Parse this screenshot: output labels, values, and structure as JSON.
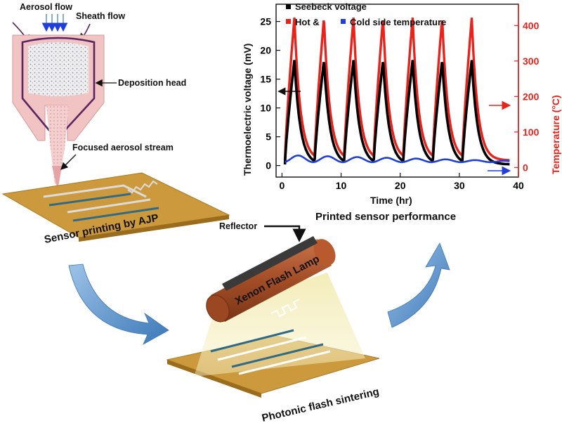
{
  "labels": {
    "aerosol_flow": "Aerosol flow",
    "sheath_flow": "Sheath flow",
    "deposition_head": "Deposition head",
    "focused_stream": "Focused aerosol stream",
    "sensor_printing": "Sensor printing by AJP",
    "reflector": "Reflector",
    "lamp": "Xenon Flash Lamp",
    "sintering": "Photonic flash sintering",
    "performance": "Printed sensor performance"
  },
  "chart_data": {
    "type": "line",
    "xlabel": "Time (hr)",
    "ylabel": "Thermoelectric voltage (mV)",
    "ylabel_right": "Temperature (°C)",
    "xlim": [
      -1,
      40
    ],
    "ylim": [
      -2,
      28
    ],
    "ylim_right": [
      -27,
      460
    ],
    "x_ticks": [
      0,
      10,
      20,
      30,
      40
    ],
    "y_ticks": [
      0,
      5,
      10,
      15,
      20,
      25
    ],
    "y_ticks_right": [
      0,
      100,
      200,
      300,
      400
    ],
    "legend": {
      "seebeck": "Seebeck voltage",
      "hot": "Hot &",
      "cold": "Cold side temperature"
    },
    "colors": {
      "seebeck": "#000000",
      "hot": "#e8231c",
      "cold": "#1f3fd8",
      "right_axis": "#e8231c"
    },
    "cycles": {
      "starts": [
        0.5,
        5.5,
        10.5,
        15.5,
        20.5,
        25.5,
        30.5
      ],
      "peak_time_after_start": 1.6,
      "hot_range_degC": [
        20,
        422
      ],
      "voltage_range_mV": [
        0.2,
        18.3
      ],
      "cold_range_degC": [
        15,
        35
      ]
    },
    "end_time": 38.5,
    "legend_position": "top"
  }
}
